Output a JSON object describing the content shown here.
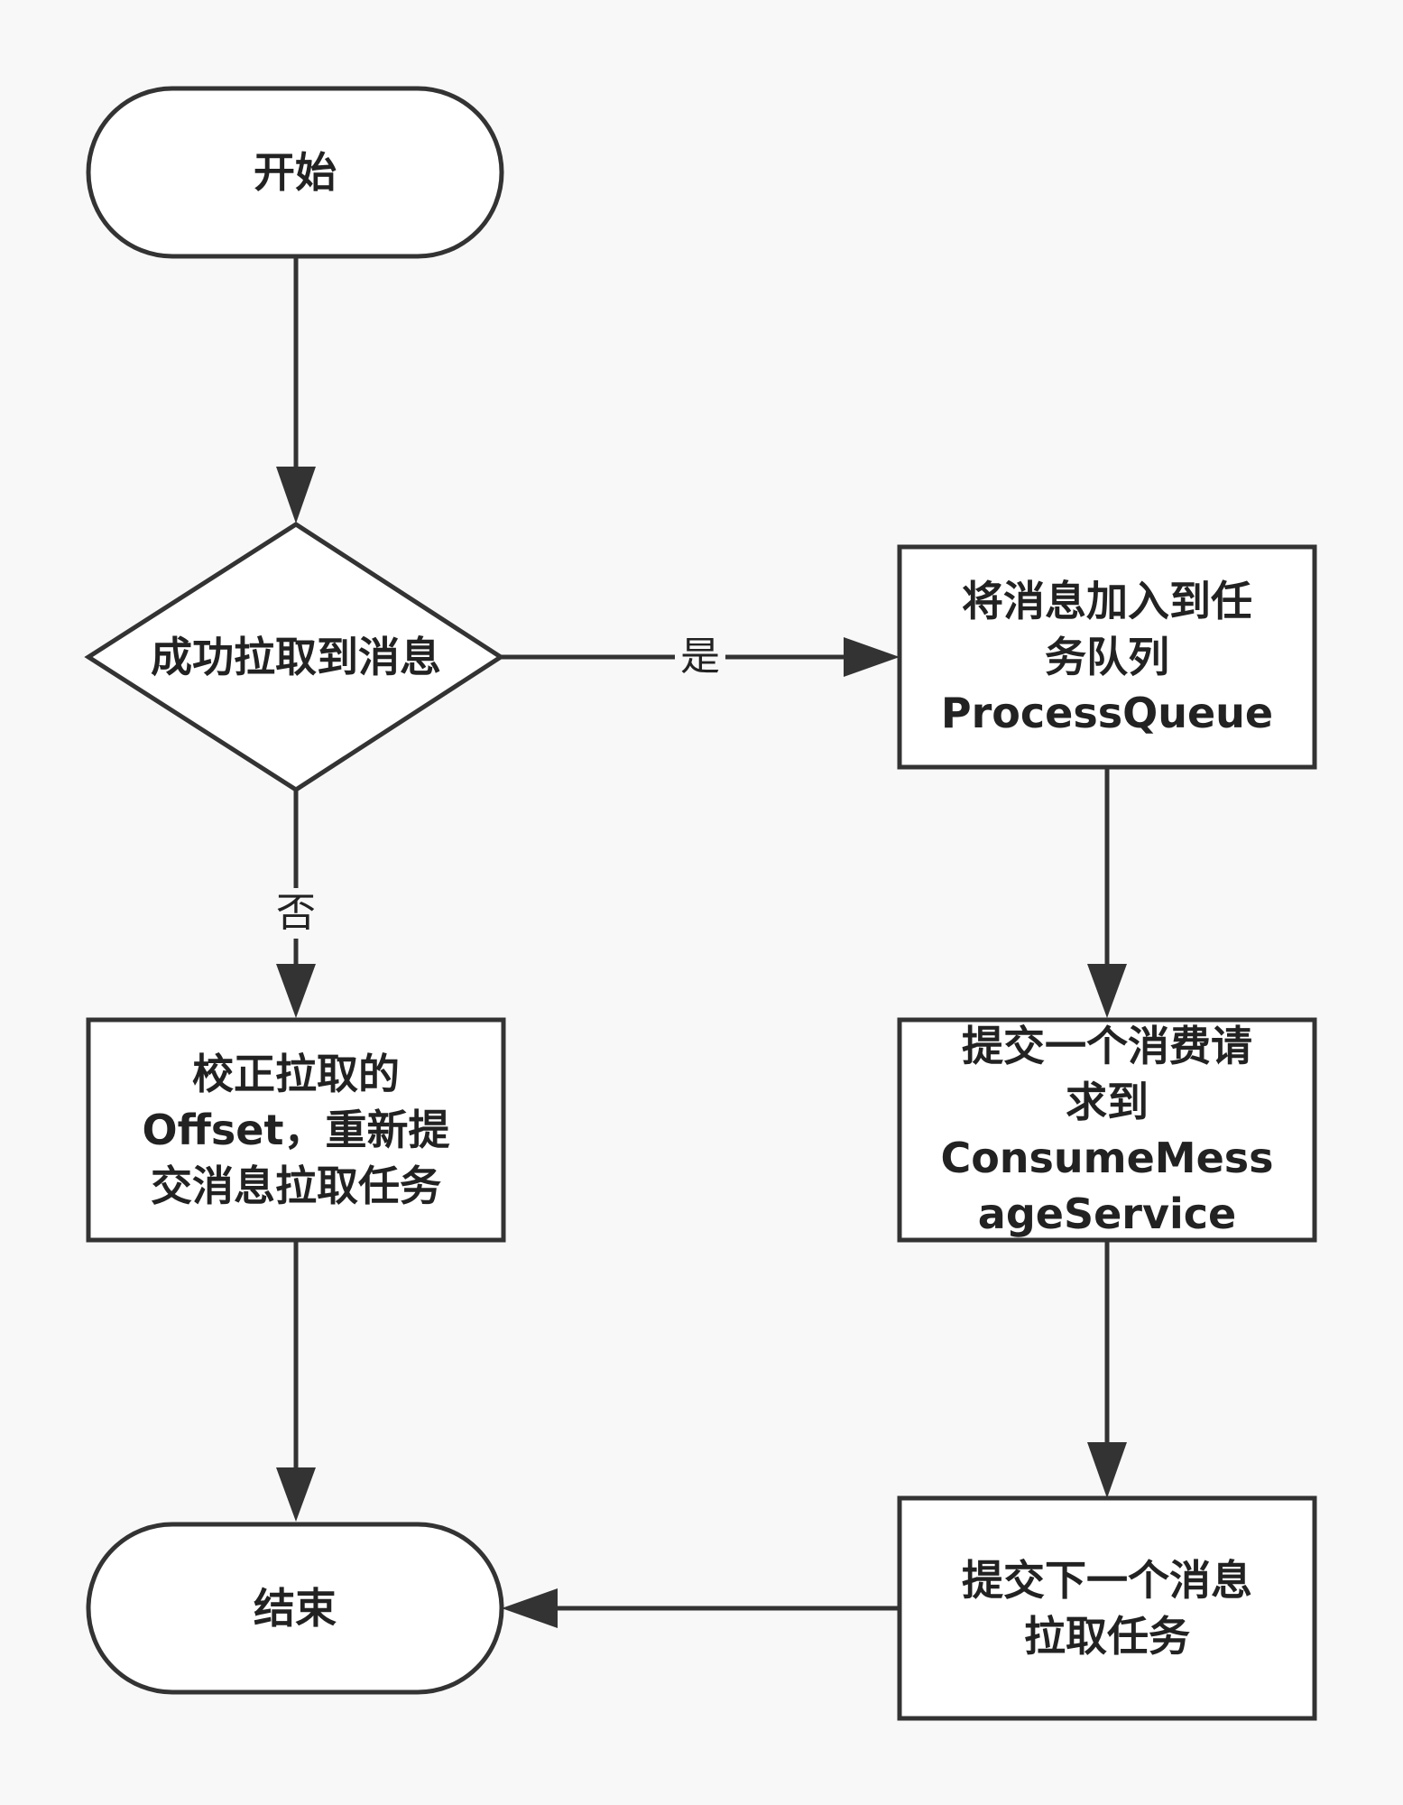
{
  "diagram": {
    "nodes": {
      "start": "开始",
      "decision": "成功拉取到消息",
      "enqueue": "将消息加入到任\n务队列\nProcessQueue",
      "submit_consume": "提交一个消费请\n求到\nConsumeMess\nageService",
      "fix_offset": "校正拉取的\nOffset，重新提\n交消息拉取任务",
      "submit_next": "提交下一个消息\n拉取任务",
      "end": "结束"
    },
    "edges": {
      "yes_label": "是",
      "no_label": "否"
    }
  }
}
